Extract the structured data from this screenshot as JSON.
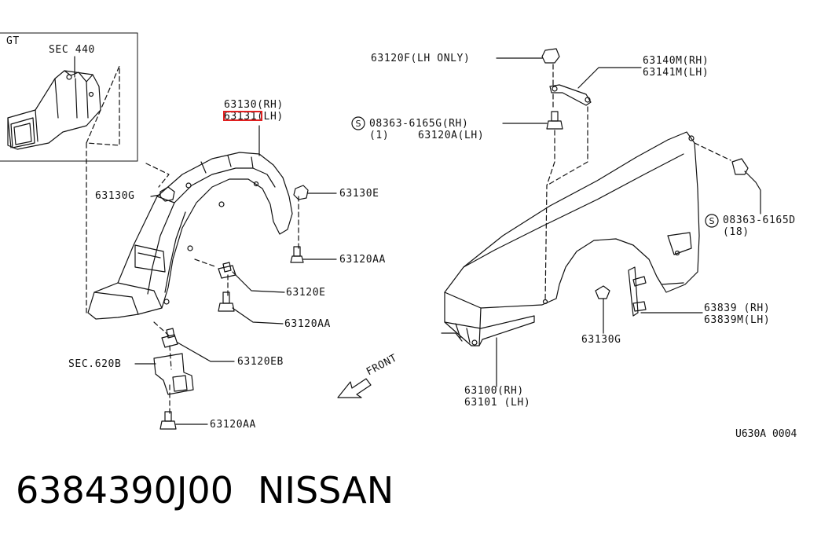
{
  "inset": {
    "label": "GT",
    "section": "SEC 440"
  },
  "labels": {
    "p63130_rh": "63130(RH)",
    "p63131_lh": "63131(LH)",
    "p63130G_left": "63130G",
    "p63130E": "63130E",
    "p63120AA_a": "63120AA",
    "p63120E": "63120E",
    "p63120AA_b": "63120AA",
    "sec620B": "SEC.620B",
    "p63120EB": "63120EB",
    "p63120AA_c": "63120AA",
    "front": "FRONT",
    "p63120F": "63120F(LH ONLY)",
    "p63140M": "63140M(RH)",
    "p63141M": "63141M(LH)",
    "bolt1_num": "08363-6165G(RH)",
    "bolt1_qty": "(1)",
    "bolt1_part": "63120A(LH)",
    "bolt2_num": "08363-6165D",
    "bolt2_qty": "(18)",
    "p63839_rh": "63839 (RH)",
    "p63839M_lh": "63839M(LH)",
    "p63130G_right": "63130G",
    "p63100_rh": "63100(RH)",
    "p63101_lh": "63101 (LH)"
  },
  "reference": "U630A 0004",
  "footer": {
    "part_number": "6384390J00",
    "brand": "NISSAN"
  },
  "colors": {
    "line": "#111111",
    "highlight": "#e02020"
  }
}
